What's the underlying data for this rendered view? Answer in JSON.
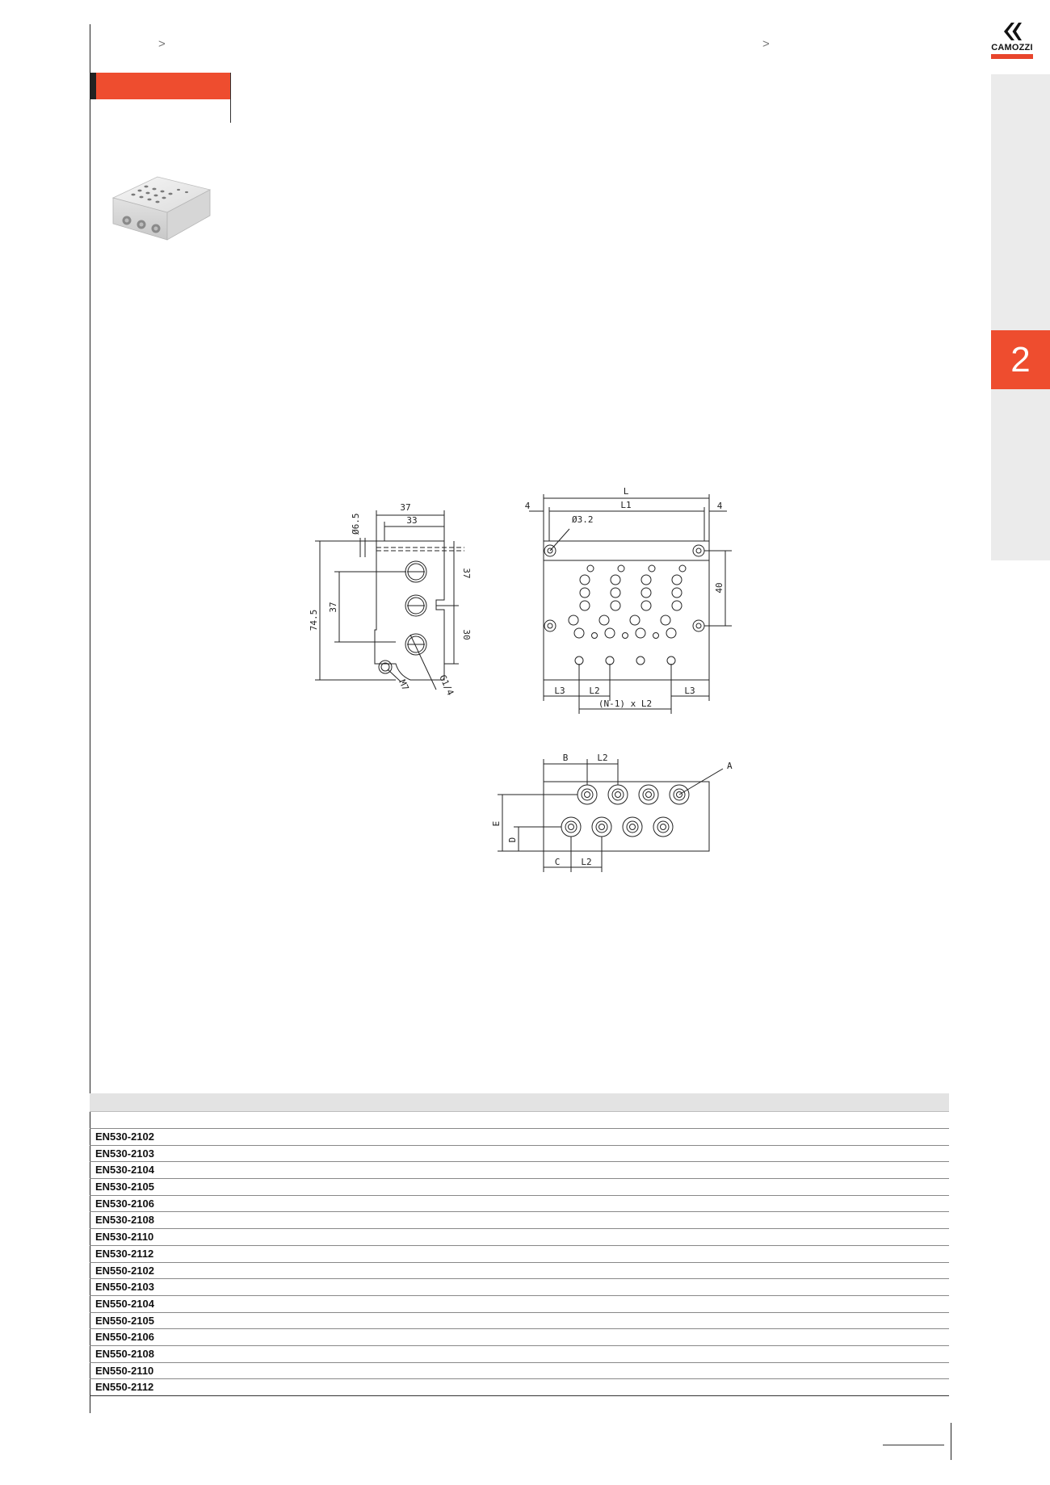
{
  "header": {
    "crumb_left": ">",
    "crumb_right": ">",
    "brand": "CAMOZZI"
  },
  "side_tab": {
    "number": "2"
  },
  "drawing": {
    "side_view": {
      "width_outer": "37",
      "width_inner": "33",
      "hole_dia": "Ø6.5",
      "height_total": "74.5",
      "pitch_left": "37",
      "pitch_right_top": "37",
      "pitch_right_bottom": "30",
      "thread_small": "M7",
      "thread_port": "G1/4"
    },
    "top_view": {
      "overall": "L",
      "inner": "L1",
      "margin_left": "4",
      "margin_right": "4",
      "hole_dia": "Ø3.2",
      "height": "40",
      "end_left": "L3",
      "end_right": "L3",
      "pitch": "L2",
      "pitch_total": "(N-1) x L2"
    },
    "front_view": {
      "offset_top": "B",
      "pitch_top": "L2",
      "port_label": "A",
      "height_e": "E",
      "height_d": "D",
      "offset_bottom": "C",
      "pitch_bottom": "L2"
    }
  },
  "table": {
    "rows": [
      "EN530-2102",
      "EN530-2103",
      "EN530-2104",
      "EN530-2105",
      "EN530-2106",
      "EN530-2108",
      "EN530-2110",
      "EN530-2112",
      "EN550-2102",
      "EN550-2103",
      "EN550-2104",
      "EN550-2105",
      "EN550-2106",
      "EN550-2108",
      "EN550-2110",
      "EN550-2112"
    ]
  }
}
